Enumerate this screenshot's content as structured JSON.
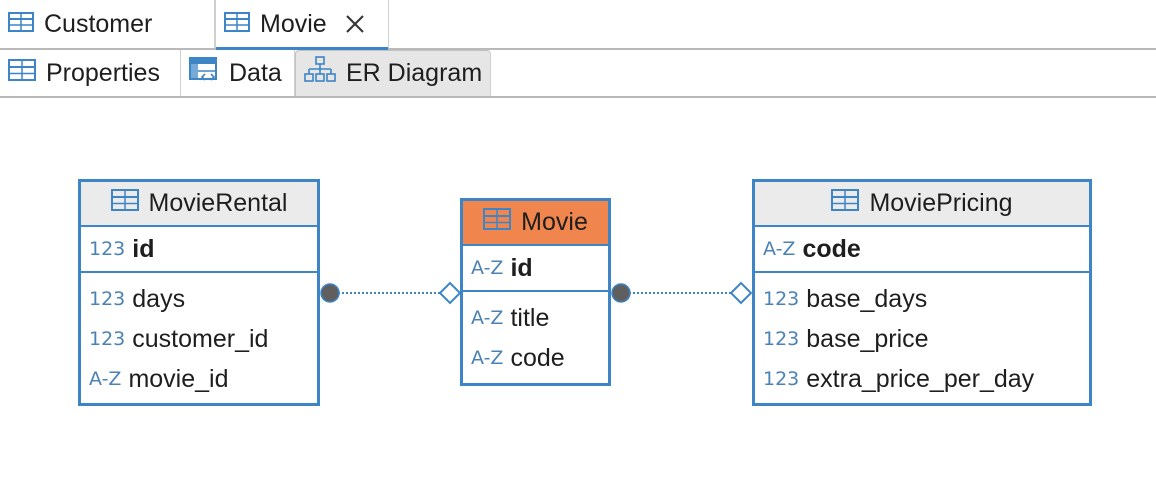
{
  "editor_tabs": [
    {
      "label": "Customer",
      "icon": "table-icon",
      "active": false
    },
    {
      "label": "Movie",
      "icon": "table-icon",
      "active": true,
      "closable": true
    }
  ],
  "view_tabs": [
    {
      "label": "Properties",
      "icon": "table-icon"
    },
    {
      "label": "Data",
      "icon": "data-grid-icon"
    },
    {
      "label": "ER Diagram",
      "icon": "er-diagram-icon",
      "active": true
    }
  ],
  "entities": [
    {
      "name": "MovieRental",
      "header_color": "#ebebeb",
      "key": {
        "type": "123",
        "name": "id"
      },
      "attributes": [
        {
          "type": "123",
          "name": "days"
        },
        {
          "type": "123",
          "name": "customer_id"
        },
        {
          "type": "A-Z",
          "name": "movie_id"
        }
      ]
    },
    {
      "name": "Movie",
      "header_color": "#f0864e",
      "key": {
        "type": "A-Z",
        "name": "id"
      },
      "attributes": [
        {
          "type": "A-Z",
          "name": "title"
        },
        {
          "type": "A-Z",
          "name": "code"
        }
      ]
    },
    {
      "name": "MoviePricing",
      "header_color": "#ebebeb",
      "key": {
        "type": "A-Z",
        "name": "code"
      },
      "attributes": [
        {
          "type": "123",
          "name": "base_days"
        },
        {
          "type": "123",
          "name": "base_price"
        },
        {
          "type": "123",
          "name": "extra_price_per_day"
        }
      ]
    }
  ],
  "relationships": [
    {
      "from": "MovieRental",
      "to": "Movie"
    },
    {
      "from": "Movie",
      "to": "MoviePricing"
    }
  ],
  "colors": {
    "accent": "#3d85c6",
    "highlight": "#f0864e",
    "type_label": "#4b82b6"
  }
}
